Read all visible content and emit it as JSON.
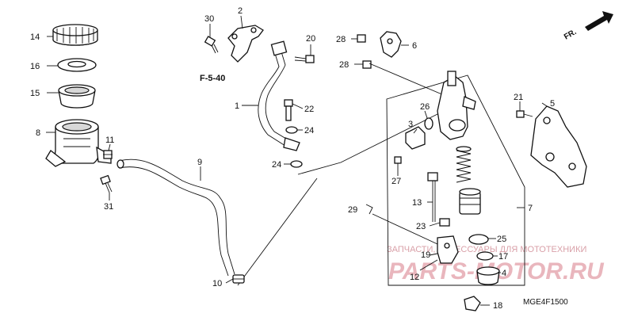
{
  "diagram": {
    "parts": [
      {
        "no": "1",
        "name": "hose"
      },
      {
        "no": "2",
        "name": "bracket"
      },
      {
        "no": "3",
        "name": "joint"
      },
      {
        "no": "4",
        "name": "cup"
      },
      {
        "no": "5",
        "name": "plate"
      },
      {
        "no": "6",
        "name": "stay"
      },
      {
        "no": "7",
        "name": "master-cylinder-set"
      },
      {
        "no": "8",
        "name": "reservoir"
      },
      {
        "no": "9",
        "name": "reservoir-hose"
      },
      {
        "no": "10",
        "name": "clip"
      },
      {
        "no": "11",
        "name": "clip"
      },
      {
        "no": "12",
        "name": "joint-plate"
      },
      {
        "no": "13",
        "name": "push-rod"
      },
      {
        "no": "14",
        "name": "cap"
      },
      {
        "no": "15",
        "name": "diaphragm"
      },
      {
        "no": "16",
        "name": "plate"
      },
      {
        "no": "17",
        "name": "circlip"
      },
      {
        "no": "18",
        "name": "boot"
      },
      {
        "no": "19",
        "name": "joint"
      },
      {
        "no": "20",
        "name": "bolt"
      },
      {
        "no": "21",
        "name": "bolt"
      },
      {
        "no": "22",
        "name": "bolt"
      },
      {
        "no": "23",
        "name": "nut"
      },
      {
        "no": "24",
        "name": "washer"
      },
      {
        "no": "25",
        "name": "washer"
      },
      {
        "no": "26",
        "name": "o-ring"
      },
      {
        "no": "27",
        "name": "bolt"
      },
      {
        "no": "28",
        "name": "bolt"
      },
      {
        "no": "29",
        "name": "pin"
      },
      {
        "no": "30",
        "name": "bolt"
      },
      {
        "no": "31",
        "name": "bolt"
      }
    ],
    "labels": {
      "n1": "1",
      "n2": "2",
      "n3": "3",
      "n4": "4",
      "n5": "5",
      "n6": "6",
      "n7": "7",
      "n8": "8",
      "n9": "9",
      "n10": "10",
      "n11": "11",
      "n12": "12",
      "n13": "13",
      "n14": "14",
      "n15": "15",
      "n16": "16",
      "n17": "17",
      "n18": "18",
      "n19": "19",
      "n20": "20",
      "n21": "21",
      "n22": "22",
      "n23": "23",
      "n24a": "24",
      "n24b": "24",
      "n25": "25",
      "n26": "26",
      "n27": "27",
      "n28a": "28",
      "n28b": "28",
      "n29": "29",
      "n30": "30",
      "n31": "31"
    },
    "reference": "F-5-40",
    "direction": "FR.",
    "code": "MGE4F1500"
  },
  "watermark": {
    "line1": "ЗАПЧАСТИ, АКСЕССУАРЫ ДЛЯ МОТОТЕХНИКИ",
    "line2": "PARTS-MOTOR.RU"
  },
  "colors": {
    "ink": "#111111",
    "watermark": "#e9b6bd"
  }
}
